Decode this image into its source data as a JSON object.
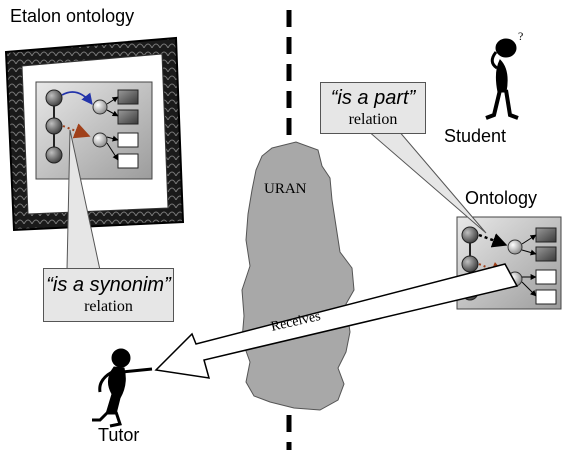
{
  "labels": {
    "etalon_title": "Etalon ontology",
    "student": "Student",
    "ontology": "Ontology",
    "tutor": "Tutor",
    "uran": "URAN",
    "receives": "Receives"
  },
  "callouts": {
    "synonym": {
      "emphasis": "“is a synonim”",
      "caption": "relation"
    },
    "part": {
      "emphasis": "“is a part”",
      "caption": "relation"
    }
  },
  "colors": {
    "panel_fill": "#bdbdbd",
    "node_fill": "#6e6e6e",
    "dark_box": "#5a5a5a",
    "synonym_arrow": "#2233aa",
    "part_arrow": "#a0401a",
    "frame": "#1a1a1a",
    "uran_fill": "#a8a8a8",
    "callout_fill": "#e6e6e6"
  }
}
